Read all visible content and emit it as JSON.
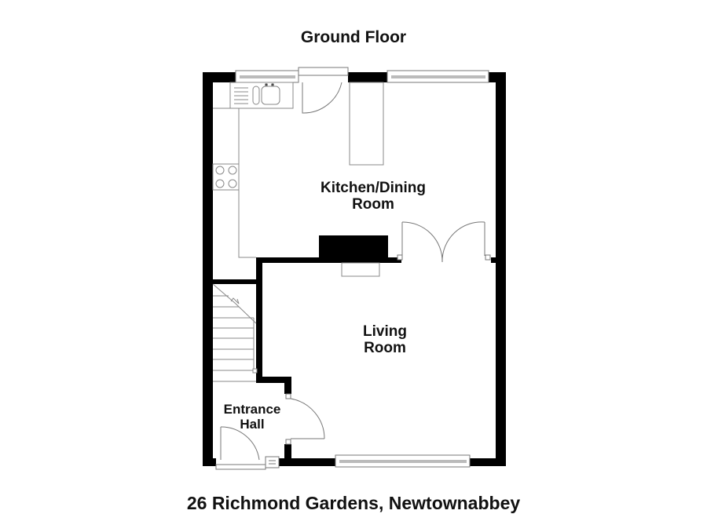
{
  "plan": {
    "title": "Ground Floor",
    "address": "26 Richmond Gardens, Newtownabbey"
  },
  "rooms": [
    {
      "name": "kitchen-dining",
      "line1": "Kitchen/Dining",
      "line2": "Room"
    },
    {
      "name": "living-room",
      "line1": "Living",
      "line2": "Room"
    },
    {
      "name": "entrance-hall",
      "line1": "Entrance",
      "line2": "Hall"
    }
  ],
  "fixtures": [
    "sink-icon",
    "hob-icon",
    "staircase",
    "fireplace",
    "french-doors",
    "kitchen-island",
    "back-door",
    "internal-door",
    "front-door",
    "windows"
  ],
  "colors": {
    "wall": "#000000",
    "fixture_line": "#888888",
    "background": "#ffffff",
    "text": "#111111"
  }
}
